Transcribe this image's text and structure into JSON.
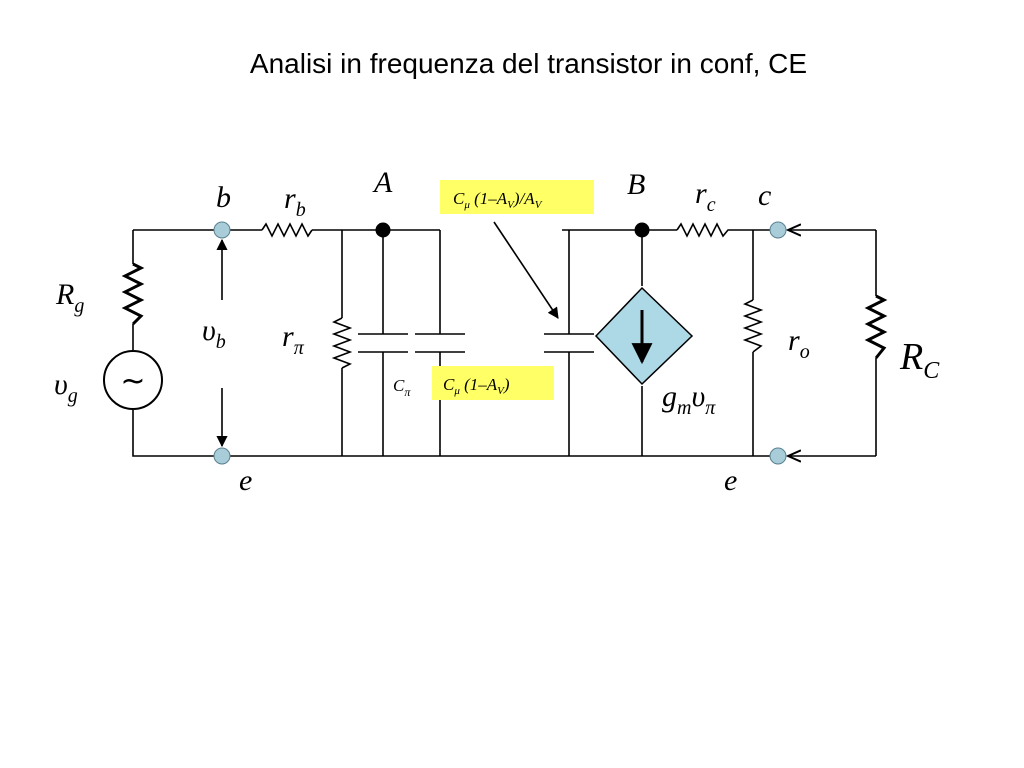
{
  "title": "Analisi in frequenza  del transistor in conf, CE",
  "labels": {
    "node_b": "b",
    "node_e_left": "e",
    "node_c": "c",
    "node_e_right": "e",
    "node_A": "A",
    "node_B": "B",
    "rb": {
      "main": "r",
      "sub": "b"
    },
    "rg": {
      "main": "R",
      "sub": "g"
    },
    "vb": {
      "main": "υ",
      "sub": "b"
    },
    "vg": {
      "main": "υ",
      "sub": "g"
    },
    "rpi": {
      "main": "r",
      "sub": "π"
    },
    "cpi": {
      "main": "C",
      "sub": "π"
    },
    "rc": {
      "main": "r",
      "sub": "c"
    },
    "ro": {
      "main": "r",
      "sub": "o"
    },
    "RC": {
      "main": "R",
      "sub": "C"
    },
    "gm": {
      "g": "g",
      "m": "m",
      "v": "υ",
      "pi": "π"
    },
    "source_symbol": "~"
  },
  "boxes": {
    "miller_in": {
      "c": "C",
      "mu": "μ",
      "open": " (1–A",
      "v": "V",
      "close": ")"
    },
    "miller_out": {
      "c": "C",
      "mu": "μ",
      "open": " (1–A",
      "v1": "V",
      "mid": ")/A",
      "v2": "V"
    }
  },
  "colors": {
    "highlight": "#ffff66",
    "source_fill": "#add8e6",
    "terminal_fill": "#a8cdd8",
    "wire": "#000000"
  }
}
